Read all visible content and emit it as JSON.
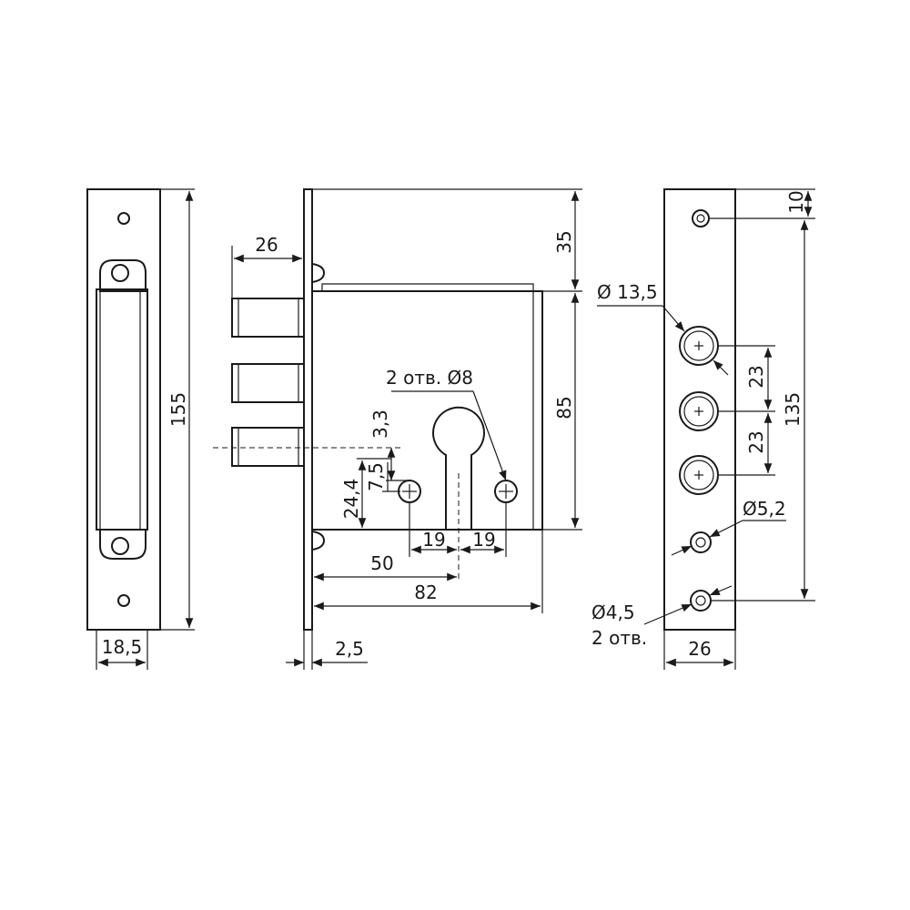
{
  "dimensions": {
    "strike_height": "155",
    "strike_width": "18,5",
    "backset_bolts": "26",
    "faceplate_thickness": "2,5",
    "top_to_case": "35",
    "case_height": "85",
    "holes_label": "2 отв. Ø8",
    "offset_3_3": "3,3",
    "offset_7_5": "7,5",
    "offset_24_4": "24,4",
    "backset_50": "50",
    "depth_82": "82",
    "hole_spacing_left": "19",
    "hole_spacing_right": "19",
    "top_hole_offset": "10",
    "bolt_diameter": "Ø 13,5",
    "bolt_spacing_1": "23",
    "bolt_spacing_2": "23",
    "fixing_span": "135",
    "screw_hole_52": "Ø5,2",
    "screw_hole_45": "Ø4,5",
    "screw_hole_45_count": "2 отв.",
    "faceplate_width": "26"
  }
}
